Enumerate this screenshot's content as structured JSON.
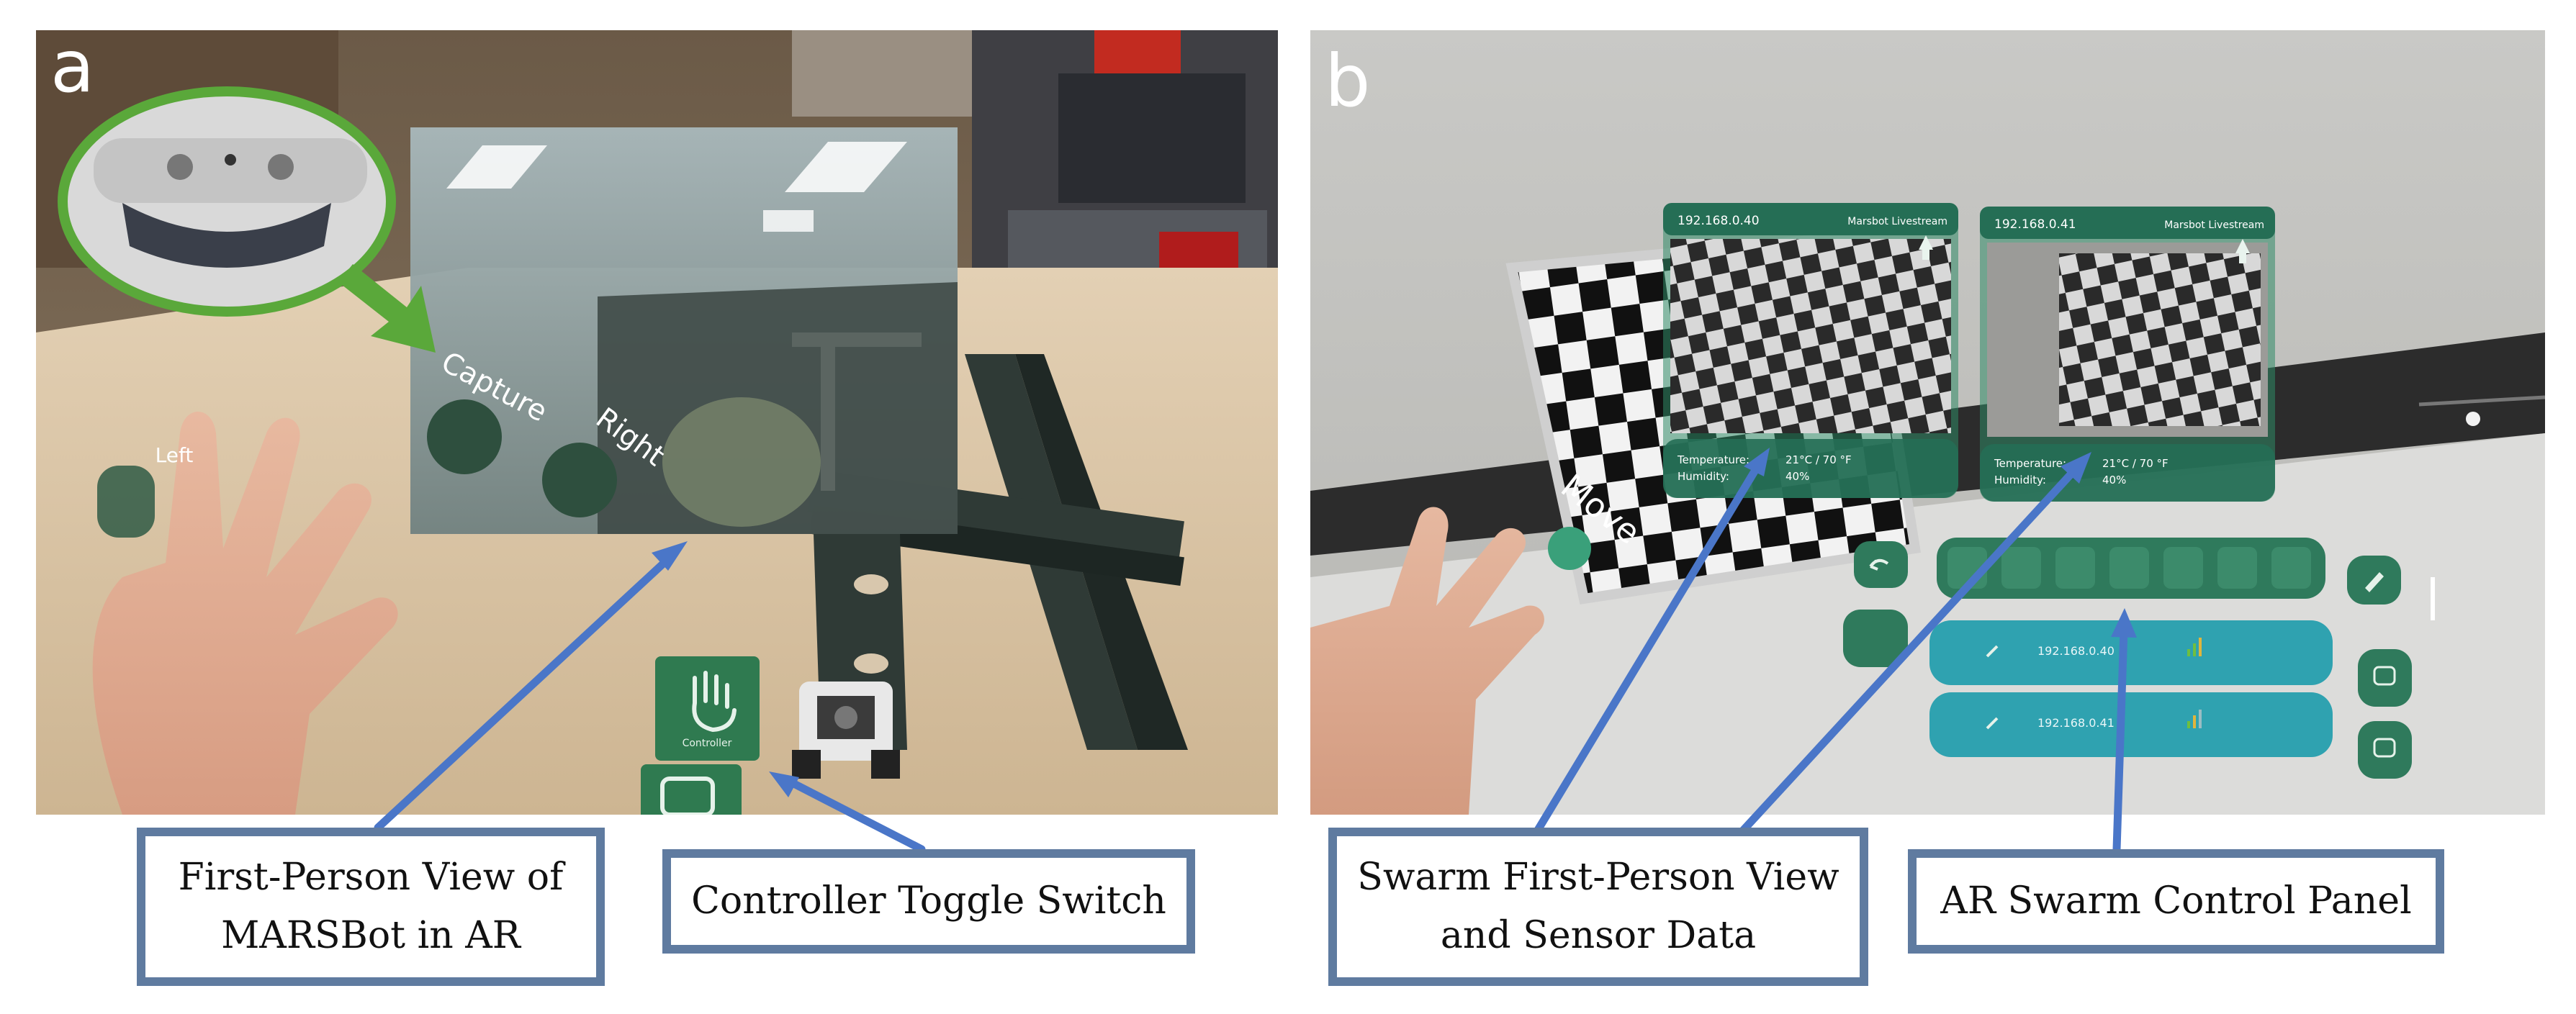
{
  "panel_a": {
    "letter": "a",
    "ar_buttons": {
      "capture": "Capture",
      "right": "Right",
      "left": "Left"
    },
    "toggle_label": "Controller",
    "callouts": {
      "first_person_line1": "First-Person View of",
      "first_person_line2": "MARSBot in AR",
      "controller_toggle": "Controller Toggle Switch"
    }
  },
  "panel_b": {
    "letter": "b",
    "move_label": "Move",
    "streams": [
      {
        "ip": "192.168.0.40",
        "title": "Marsbot Livestream",
        "temp_label": "Temperature:",
        "temp_value": "21°C / 70 °F",
        "hum_label": "Humidity:",
        "hum_value": "40%"
      },
      {
        "ip": "192.168.0.41",
        "title": "Marsbot Livestream",
        "temp_label": "Temperature:",
        "temp_value": "21°C / 70 °F",
        "hum_label": "Humidity:",
        "hum_value": "40%"
      }
    ],
    "robot_rows": [
      {
        "ip": "192.168.0.40"
      },
      {
        "ip": "192.168.0.41"
      }
    ],
    "callouts": {
      "swarm_line1": "Swarm First-Person View",
      "swarm_line2": "and Sensor Data",
      "control_panel": "AR Swarm Control Panel"
    }
  },
  "colors": {
    "arrow_blue": "#4a76c8",
    "callout_border": "#5f7ba0",
    "hololens_ring": "#5aa83a",
    "ar_green": "#2f6e55",
    "ar_teal": "#2fa2b0"
  }
}
